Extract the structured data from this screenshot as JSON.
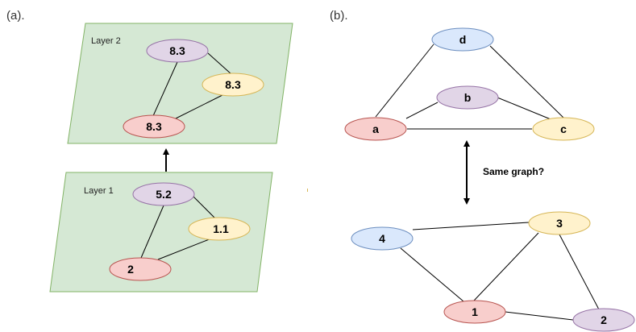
{
  "panels": {
    "a_tag": "(a).",
    "b_tag": "(b)."
  },
  "layers": [
    {
      "title": "Layer 2",
      "nodes": [
        "8.3",
        "8.3",
        "8.3"
      ]
    },
    {
      "title": "Layer 1",
      "nodes": [
        "5.2",
        "1.1",
        "2"
      ]
    }
  ],
  "graph_top": {
    "nodes": [
      "d",
      "b",
      "a",
      "c"
    ]
  },
  "graph_bottom": {
    "nodes": [
      "4",
      "3",
      "1",
      "2"
    ]
  },
  "question": "Same graph?",
  "colors": {
    "layer_fill": "#d5e8d4",
    "layer_stroke": "#82b366",
    "purple_fill": "#e1d5e7",
    "purple_stroke": "#9673a6",
    "yellow_fill": "#fff2cc",
    "yellow_stroke": "#d6b656",
    "red_fill": "#f8cecc",
    "red_stroke": "#b85450",
    "blue_fill": "#dae8fc",
    "blue_stroke": "#6c8ebf"
  }
}
